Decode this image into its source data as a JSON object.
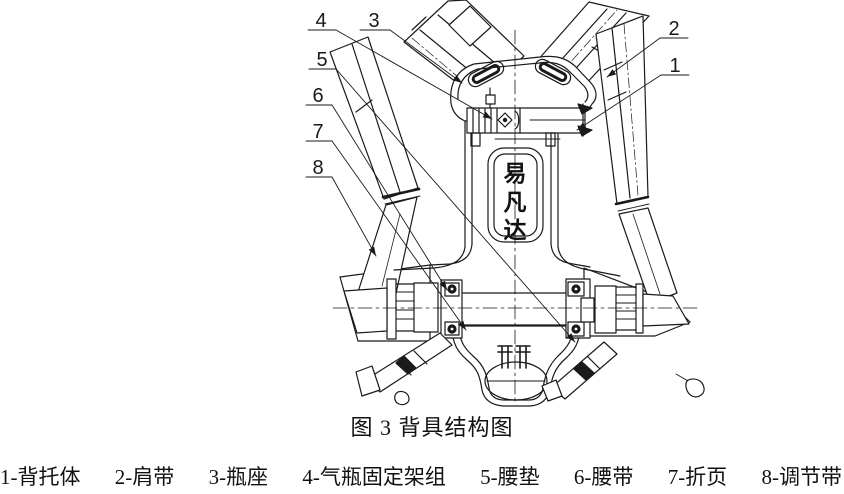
{
  "page": {
    "background": "#ffffff",
    "ink": "#1a1a1a"
  },
  "figure": {
    "caption": "图 3 背具结构图",
    "drawing": {
      "logo_chars": [
        "易",
        "凡",
        "达"
      ],
      "callouts": [
        {
          "num": "1",
          "part": "背托体"
        },
        {
          "num": "2",
          "part": "肩带"
        },
        {
          "num": "3",
          "part": "瓶座"
        },
        {
          "num": "4",
          "part": "气瓶固定架组"
        },
        {
          "num": "5",
          "part": "腰垫"
        },
        {
          "num": "6",
          "part": "腰带"
        },
        {
          "num": "7",
          "part": "折页"
        },
        {
          "num": "8",
          "part": "调节带"
        }
      ]
    }
  },
  "legend": {
    "items": [
      "1-背托体",
      "2-肩带",
      "3-瓶座",
      "4-气瓶固定架组",
      "5-腰垫",
      "6-腰带",
      "7-折页",
      "8-调节带"
    ]
  }
}
